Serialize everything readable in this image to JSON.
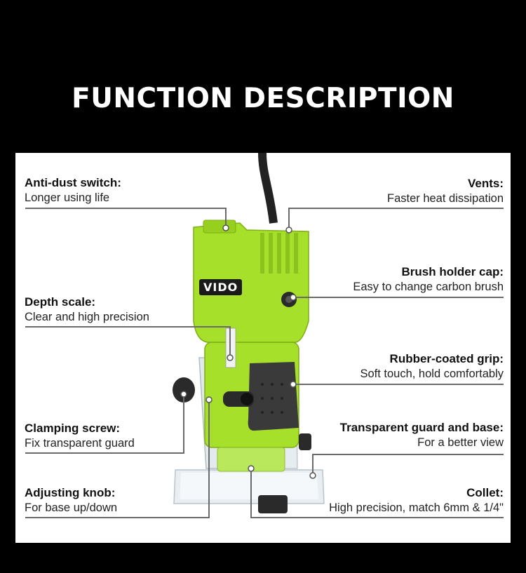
{
  "title": "FUNCTION DESCRIPTION",
  "brand": "VIDO",
  "colors": {
    "body_green": "#a6e02a",
    "grip_dark": "#3a3a3a",
    "background": "#000000",
    "panel": "#ffffff"
  },
  "features": {
    "anti_dust": {
      "heading": "Anti-dust switch:",
      "desc": "Longer using life"
    },
    "vents": {
      "heading": "Vents:",
      "desc": "Faster heat dissipation"
    },
    "brush": {
      "heading": "Brush holder cap:",
      "desc": "Easy to change carbon brush"
    },
    "depth": {
      "heading": "Depth scale:",
      "desc": "Clear and high precision"
    },
    "grip": {
      "heading": "Rubber-coated grip:",
      "desc": "Soft touch, hold comfortably"
    },
    "clamp": {
      "heading": "Clamping screw:",
      "desc": "Fix transparent guard"
    },
    "guard": {
      "heading": "Transparent guard and base:",
      "desc": "For a better view"
    },
    "knob": {
      "heading": "Adjusting knob:",
      "desc": "For base up/down"
    },
    "collet": {
      "heading": "Collet:",
      "desc": "High precision, match 6mm & 1/4\""
    }
  }
}
